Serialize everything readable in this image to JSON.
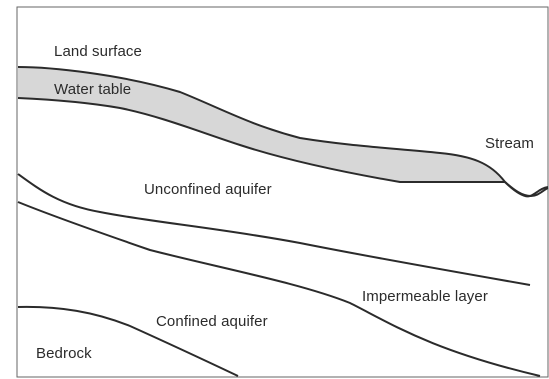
{
  "labels": {
    "land_surface": "Land surface",
    "water_table": "Water table",
    "stream": "Stream",
    "unconfined_aquifer": "Unconfined aquifer",
    "impermeable_layer": "Impermeable layer",
    "confined_aquifer": "Confined aquifer",
    "bedrock": "Bedrock"
  },
  "colors": {
    "background": "#ffffff",
    "line": "#2b2b2b",
    "saturated_zone_fill": "#d7d7d7",
    "frame": "#666666"
  }
}
